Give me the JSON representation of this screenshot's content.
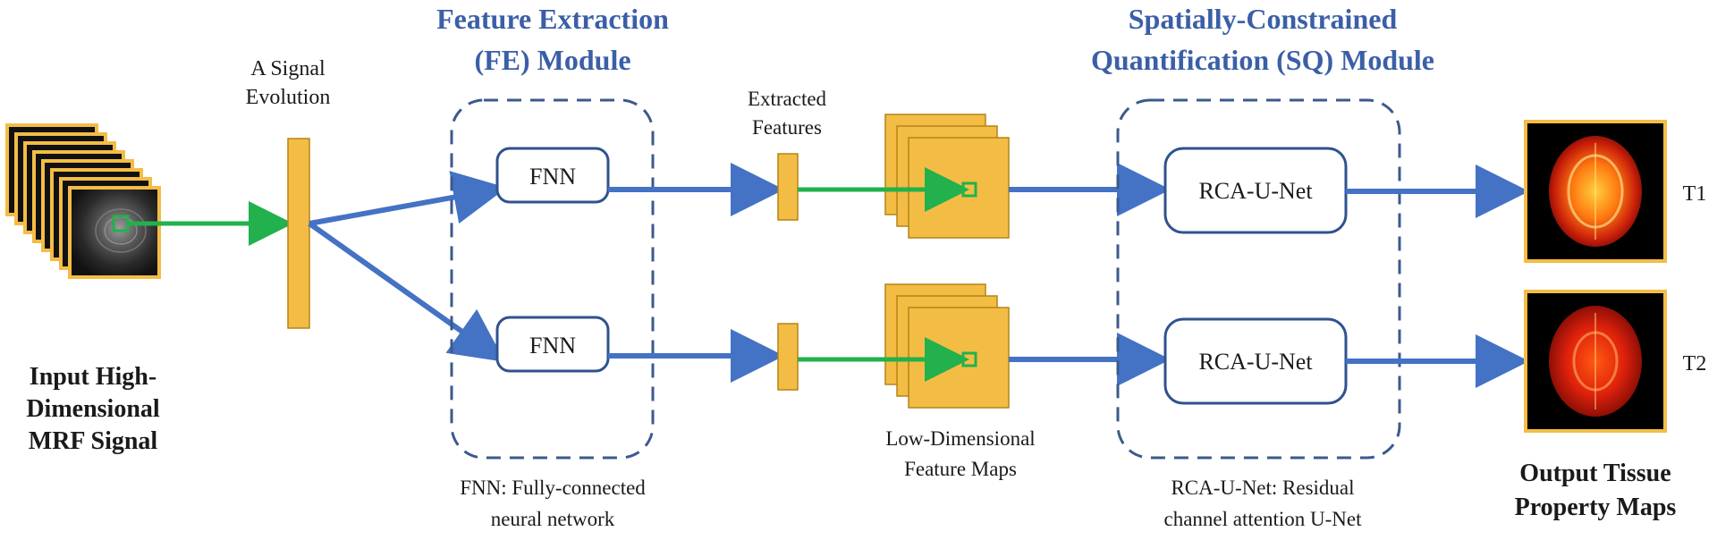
{
  "diagram": {
    "input": {
      "label_lines": [
        "Input High-",
        "Dimensional",
        "MRF Signal"
      ]
    },
    "signal_evolution": {
      "label_lines": [
        "A Signal",
        "Evolution"
      ]
    },
    "fe_module": {
      "title_lines": [
        "Feature Extraction",
        "(FE) Module"
      ],
      "note_lines": [
        "FNN: Fully-connected",
        "neural network"
      ],
      "block_top_label": "FNN",
      "block_bottom_label": "FNN"
    },
    "extracted_features": {
      "label_lines": [
        "Extracted",
        "Features"
      ]
    },
    "feature_maps": {
      "label_lines": [
        "Low-Dimensional",
        "Feature Maps"
      ]
    },
    "sq_module": {
      "title_lines": [
        "Spatially-Constrained",
        "Quantification (SQ) Module"
      ],
      "note_lines": [
        "RCA-U-Net: Residual",
        "channel attention U-Net"
      ],
      "block_top_label": "RCA-U-Net",
      "block_bottom_label": "RCA-U-Net"
    },
    "outputs": {
      "label_lines": [
        "Output Tissue",
        "Property Maps"
      ],
      "top_map": "T1",
      "bottom_map": "T2"
    },
    "colors": {
      "arrow_blue": "#4472c4",
      "arrow_green": "#22b14c",
      "feature_yellow": "#f3bd45",
      "module_border": "#3b5a8c",
      "title_blue": "#3b5fa7",
      "block_border": "#2f528f"
    }
  }
}
